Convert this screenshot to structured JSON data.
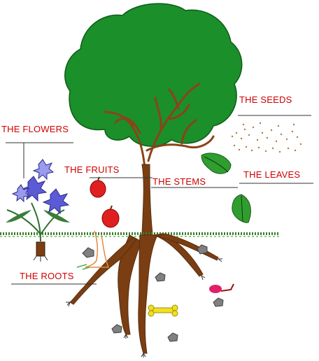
{
  "labels": {
    "seeds": "THE SEEDS",
    "flowers": "THE FLOWERS",
    "fruits": "THE FRUITS",
    "stems": "THE STEMS",
    "leaves": "THE LEAVES",
    "roots": "THE ROOTS"
  },
  "colors": {
    "label_text": "#d00000",
    "foliage": "#1b8f2a",
    "branches": "#8a4418",
    "trunk": "#7a3e12",
    "fruit": "#e02020",
    "leaf": "#2f9e2f",
    "flower": "#5b5bd6",
    "grass": "#3a7d2a",
    "bone": "#f0e020",
    "seeds": "#b07a40",
    "rock": "#808080"
  }
}
